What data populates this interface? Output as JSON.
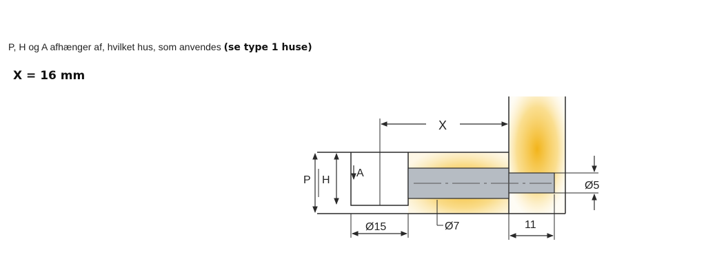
{
  "text": {
    "line1_plain": "P, H og A afhænger af, hvilket hus, som anvendes ",
    "line1_bold": "(se type 1 huse)",
    "line2": "X = 16 mm"
  },
  "drawing": {
    "labels": {
      "P": "P",
      "H": "H",
      "A": "A",
      "X": "X",
      "d15": "Ø15",
      "d7": "Ø7",
      "d5": "Ø5",
      "len11": "11"
    }
  },
  "colors": {
    "pin_fill": "#b6bcc3",
    "wood_glow": "#f2b41a",
    "outline": "#2a2a2a"
  }
}
